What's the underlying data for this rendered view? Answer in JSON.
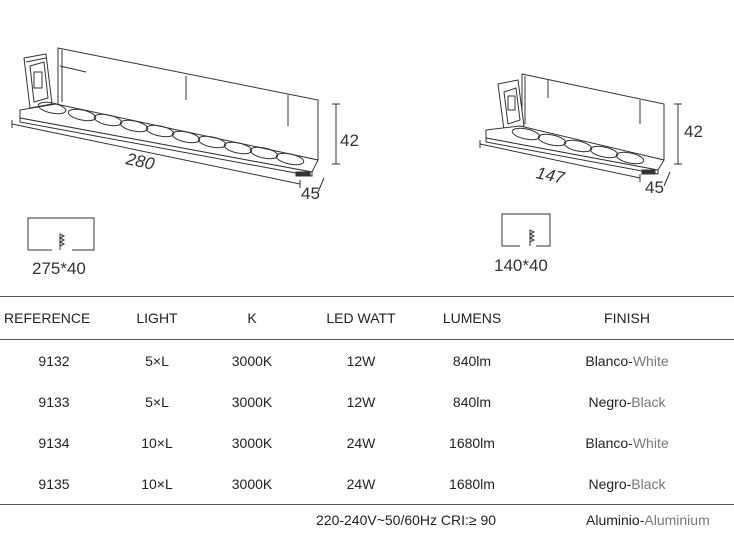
{
  "drawings": {
    "left": {
      "length": "280",
      "width": "45",
      "height": "42",
      "cutout": "275*40"
    },
    "right": {
      "length": "147",
      "width": "45",
      "height": "42",
      "cutout": "140*40"
    }
  },
  "table": {
    "headers": [
      "REFERENCE",
      "LIGHT",
      "K",
      "LED WATT",
      "LUMENS",
      "FINISH"
    ],
    "rows": [
      {
        "ref": "9132",
        "light": "5×L",
        "k": "3000K",
        "watt": "12W",
        "lumens": "840lm",
        "finish_es": "Blanco",
        "finish_en": "White"
      },
      {
        "ref": "9133",
        "light": "5×L",
        "k": "3000K",
        "watt": "12W",
        "lumens": "840lm",
        "finish_es": "Negro",
        "finish_en": "Black"
      },
      {
        "ref": "9134",
        "light": "10×L",
        "k": "3000K",
        "watt": "24W",
        "lumens": "1680lm",
        "finish_es": "Blanco",
        "finish_en": "White"
      },
      {
        "ref": "9135",
        "light": "10×L",
        "k": "3000K",
        "watt": "24W",
        "lumens": "1680lm",
        "finish_es": "Negro",
        "finish_en": "Black"
      }
    ]
  },
  "footer": {
    "power": "220-240V~50/60Hz CRI:≥ 90",
    "material_es": "Aluminio",
    "material_en": "Aluminium"
  }
}
